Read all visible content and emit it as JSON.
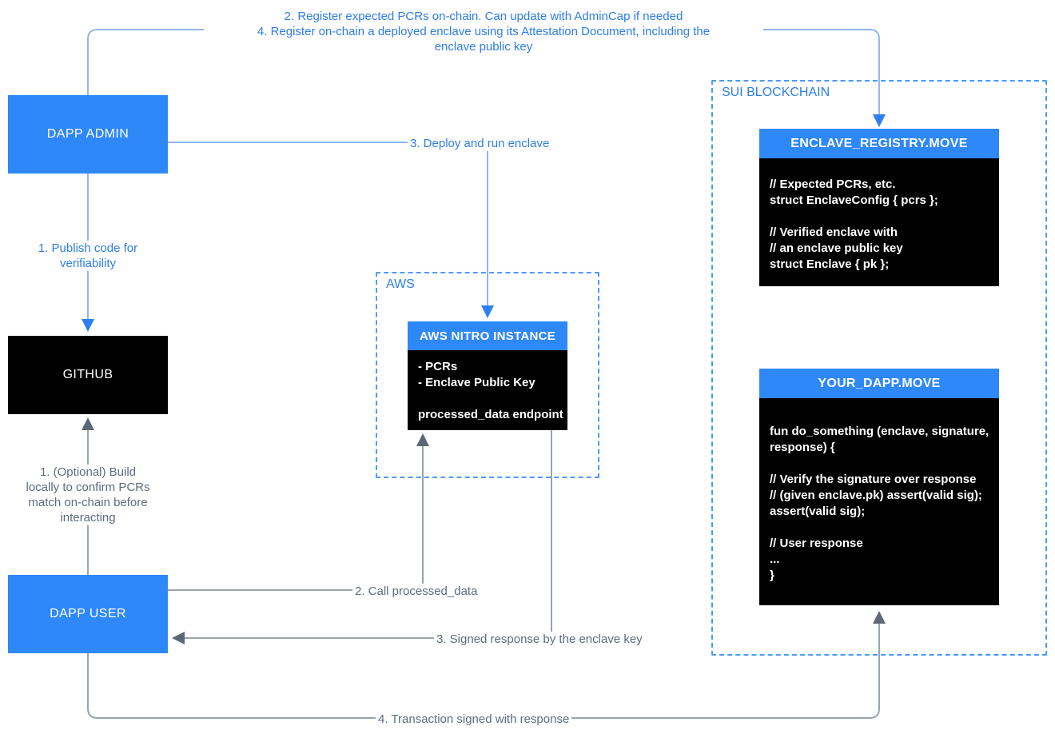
{
  "colors": {
    "primary_blue": "#2F88F8",
    "dashed_border_blue": "#4D9AF7",
    "blue_label_text": "#2D7DE9",
    "light_blue_line": "#8FB7F1",
    "blue_arrowhead": "#2E80F0",
    "gray_line": "#9AA3AE",
    "gray_arrowhead": "#5C6876",
    "gray_label_text": "#5E6B7E",
    "box_black": "#000000",
    "box_text_white": "#FFFFFF"
  },
  "nodes": {
    "dapp_admin": {
      "label": "DAPP ADMIN"
    },
    "github": {
      "label": "GITHUB"
    },
    "dapp_user": {
      "label": "DAPP USER"
    }
  },
  "aws": {
    "zone_label": "AWS",
    "nitro": {
      "title": "AWS NITRO INSTANCE",
      "lines": [
        "- PCRs",
        "- Enclave Public Key",
        "",
        "processed_data endpoint"
      ]
    }
  },
  "sui": {
    "zone_label": "SUI BLOCKCHAIN",
    "enclave_registry": {
      "title": "ENCLAVE_REGISTRY.MOVE",
      "lines": [
        "// Expected PCRs, etc.",
        "struct EnclaveConfig { pcrs };",
        "",
        "// Verified enclave with",
        "// an enclave public key",
        "struct Enclave { pk };"
      ]
    },
    "your_dapp": {
      "title": "YOUR_DAPP.MOVE",
      "lines": [
        "fun do_something (enclave, signature,",
        "response) {",
        "",
        "// Verify the signature over response",
        "// (given enclave.pk) assert(valid sig);",
        "assert(valid sig);",
        "",
        "// User response",
        "...",
        "}"
      ]
    }
  },
  "flow_labels": {
    "register_top_line1": "2. Register expected PCRs on-chain. Can update with AdminCap if needed",
    "register_top_line2": "4. Register on-chain a deployed enclave using its Attestation Document, including the",
    "register_top_line3": "enclave public key",
    "deploy": "3. Deploy and run enclave",
    "publish_line1": "1. Publish code for",
    "publish_line2": "verifiability",
    "optional_line1": "1. (Optional) Build",
    "optional_line2": "locally to confirm PCRs",
    "optional_line3": "match on-chain before",
    "optional_line4": "interacting",
    "call_processed_data": "2. Call processed_data",
    "signed_response": "3. Signed response by the enclave key",
    "transaction_signed": "4. Transaction signed with response"
  }
}
